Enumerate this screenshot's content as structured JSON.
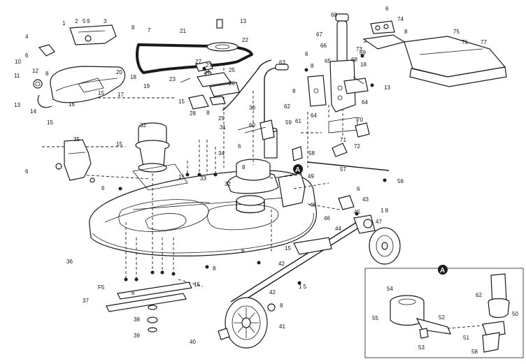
{
  "callouts": {
    "n1": "1",
    "n2": "2",
    "n3": "3",
    "n4": "4",
    "n5": "5",
    "n6": "6",
    "n7": "7",
    "n8": "8",
    "n9": "9",
    "n10": "10",
    "n11": "11",
    "n12": "12",
    "n13": "13",
    "n14": "14",
    "n15": "15",
    "n16": "16",
    "n17": "17",
    "n18": "18",
    "n19": "19",
    "n20": "20",
    "n21": "21",
    "n22": "22",
    "n23": "23",
    "n24": "24",
    "n25": "25",
    "n26": "26",
    "n27": "27",
    "n28": "28",
    "n29": "29",
    "n30": "30",
    "n31": "31",
    "n32": "32",
    "n33": "33",
    "n34": "34",
    "n35": "35",
    "n36": "36",
    "n37": "37",
    "n38": "38",
    "n39": "39",
    "n40": "40",
    "n41": "41",
    "n42": "42",
    "n43": "43",
    "n44": "44",
    "n45": "45",
    "n46": "46",
    "n47": "47",
    "n48": "48",
    "n49": "49",
    "n50": "50",
    "n51": "51",
    "n52": "52",
    "n53": "53",
    "n54": "54",
    "n55": "55",
    "n56": "56",
    "n57": "57",
    "n58": "58",
    "n59": "59",
    "n60": "60",
    "n61": "61",
    "n62": "62",
    "n63": "63",
    "n64": "64",
    "n65": "65",
    "n66": "66",
    "n67": "67",
    "n68": "68",
    "n69": "69",
    "n70": "70",
    "n71": "71",
    "n72": "72",
    "n73": "73",
    "n74": "74",
    "n75": "75",
    "n76": "76",
    "n77": "77",
    "n15b": "1 5",
    "n18b": "1 8",
    "nF5": "F5",
    "nA": "A"
  }
}
